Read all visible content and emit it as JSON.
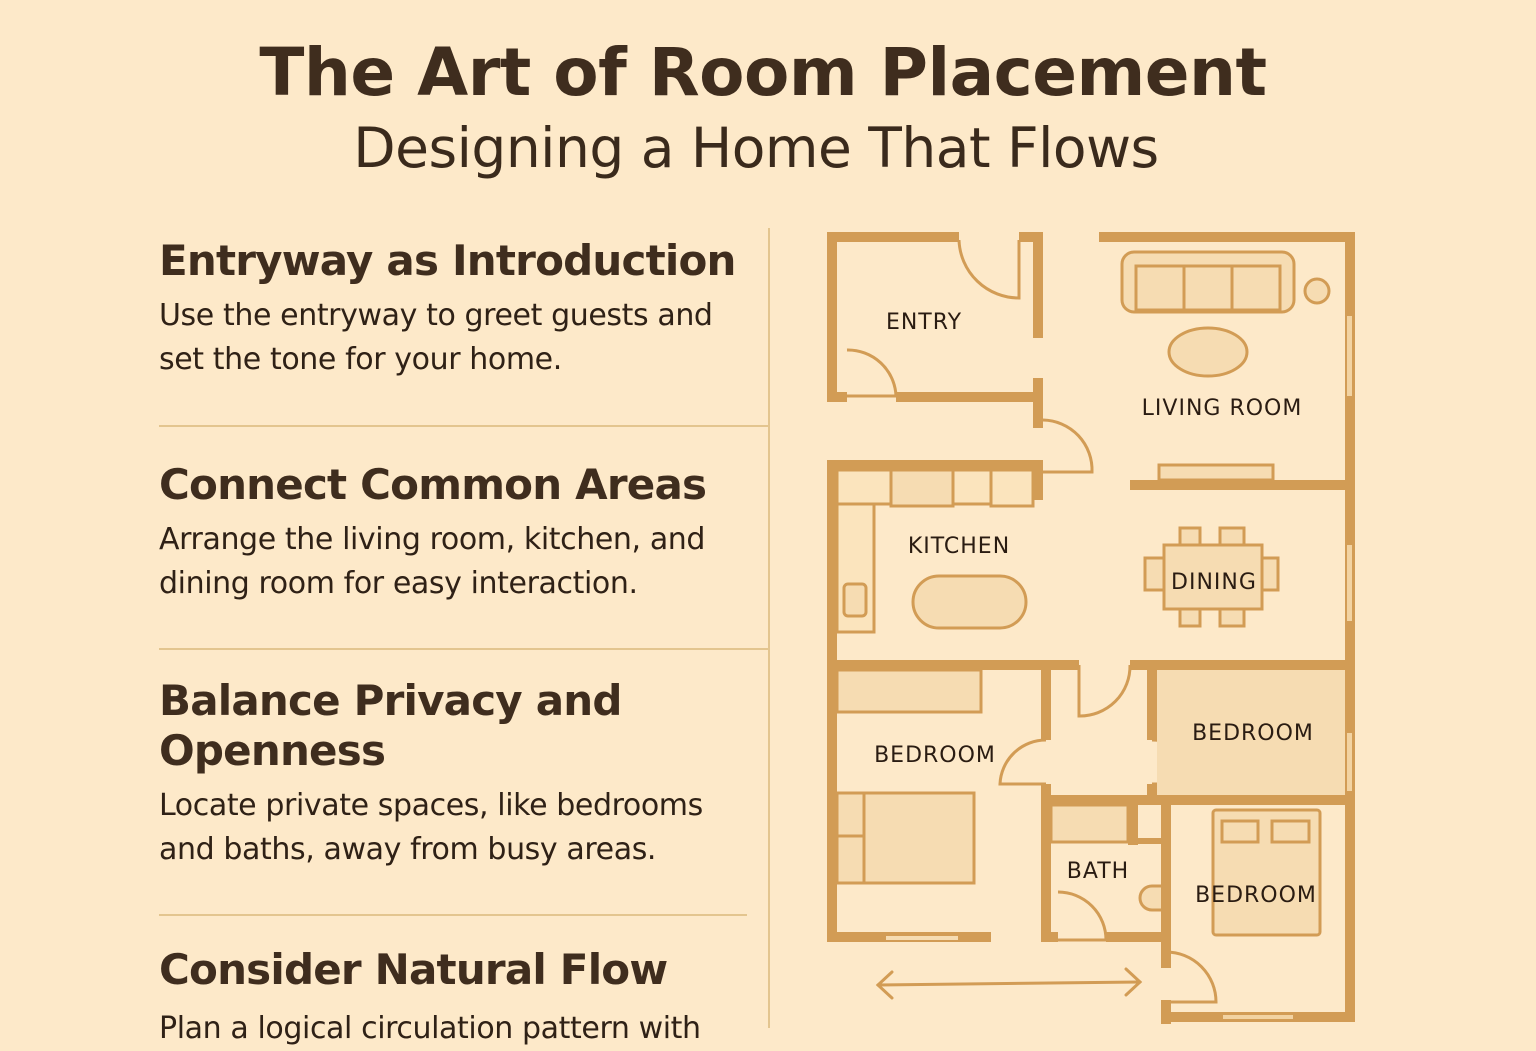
{
  "header": {
    "title": "The Art of Room Placement",
    "subtitle": "Designing a Home That Flows"
  },
  "sections": [
    {
      "heading": "Entryway as Introduction",
      "body": "Use the entryway to greet guests and set the tone for your home."
    },
    {
      "heading": "Connect Common Areas",
      "body": "Arrange the living room, kitchen, and dining room for easy interaction."
    },
    {
      "heading": "Balance Privacy and Openness",
      "body": "Locate private spaces, like bedrooms and baths, away from busy areas."
    },
    {
      "heading": "Consider Natural Flow",
      "body": "Plan a logical circulation pattern with"
    }
  ],
  "floor_plan": {
    "rooms": {
      "entry": "ENTRY",
      "living_room": "LIVING ROOM",
      "kitchen": "KITCHEN",
      "dining": "DINING",
      "bedroom_1": "BEDROOM",
      "bedroom_2": "BEDROOM",
      "bedroom_3": "BEDROOM",
      "bath": "BATH"
    },
    "icons": [
      "double-arrow-icon"
    ]
  },
  "colors": {
    "background": "#fde9c9",
    "wall": "#d29c55",
    "furniture_fill": "#f6dcb2",
    "text": "#3f2d1e",
    "divider": "#e3c58f"
  }
}
